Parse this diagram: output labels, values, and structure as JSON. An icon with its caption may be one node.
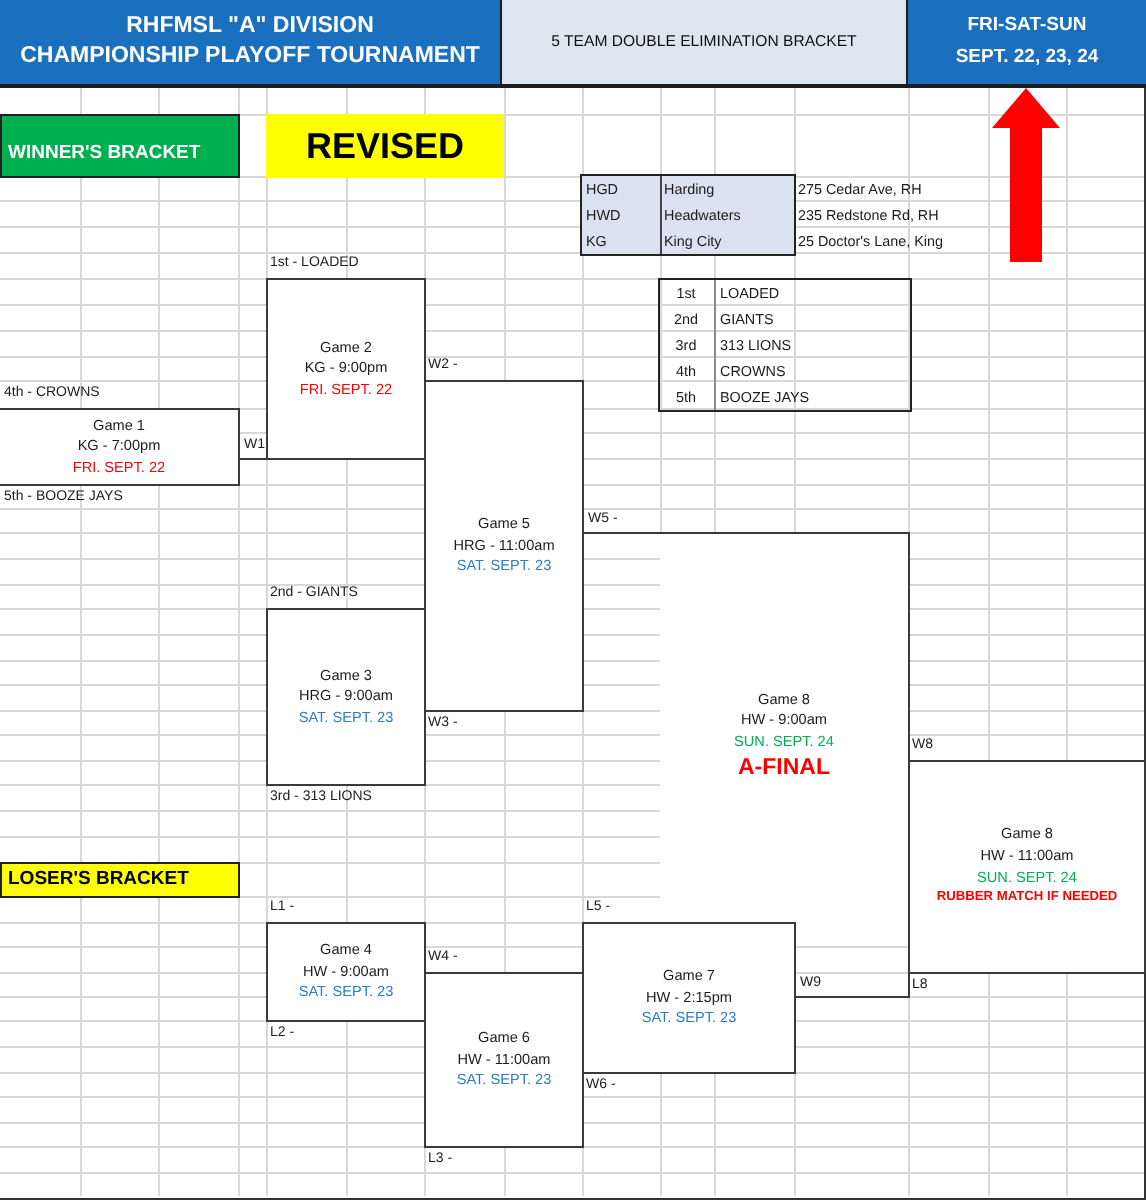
{
  "diagram": {
    "nodes": [
      {
        "text": [
          "RHFMSL \"A\" DIVISION CHAMPIONSHIP PLAYOFF TOURNAMENT"
        ]
      },
      {
        "text": [
          "5 TEAM DOUBLE ELIMINATION BRACKET"
        ]
      },
      {
        "text": [
          "FRI-SAT-SUN SEPT. 22, 23, 24"
        ]
      },
      {
        "text": [
          "WINNER'S BRACKET"
        ]
      },
      {
        "text": [
          "REVISED"
        ]
      },
      {
        "text": [
          "Game 1",
          "KG - 7:00pm",
          "FRI. SEPT. 22"
        ],
        "beside": [
          "4th - CROWNS",
          "5th - BOOZE JAYS"
        ]
      },
      {
        "text": [
          "Game 2",
          "KG - 9:00pm",
          "FRI. SEPT. 22"
        ],
        "beside": [
          "1st - LOADED"
        ]
      },
      {
        "text": [
          "Game 3",
          "HRG - 9:00am",
          "SAT. SEPT. 23"
        ],
        "beside": [
          "2nd - GIANTS",
          "3rd - 313 LIONS"
        ]
      },
      {
        "text": [
          "Game 5",
          "HRG - 11:00am",
          "SAT. SEPT. 23"
        ],
        "beside": [
          "W3 -"
        ]
      },
      {
        "text": [
          "Game 8",
          "HW - 9:00am",
          "SUN. SEPT. 24",
          "A-FINAL"
        ]
      },
      {
        "text": [
          "Game 8",
          "HW - 11:00am",
          "SUN. SEPT. 24",
          "RUBBER MATCH IF NEEDED"
        ],
        "beside": [
          "L8"
        ]
      },
      {
        "text": [
          "LOSER'S BRACKET"
        ]
      },
      {
        "text": [
          "Game 4",
          "HW - 9:00am",
          "SAT. SEPT. 23"
        ],
        "beside": [
          "L1 -",
          "L2 -"
        ]
      },
      {
        "text": [
          "Game 6",
          "HW - 11:00am",
          "SAT. SEPT. 23"
        ],
        "beside": [
          "L3 -"
        ]
      },
      {
        "text": [
          "Game 7",
          "HW - 2:15pm",
          "SAT. SEPT. 23"
        ],
        "beside": [
          "L5 -",
          "W6 -"
        ]
      }
    ],
    "edges": [
      {
        "from": null,
        "to": 2,
        "arrow": "to",
        "style": "thick",
        "color": "#ff0000"
      },
      {
        "from": 5,
        "to": 6,
        "arrow": "none",
        "label": "W1"
      },
      {
        "from": 8,
        "to": 9,
        "arrow": "none",
        "label": "W5 -"
      },
      {
        "from": 14,
        "to": 9,
        "arrow": "none",
        "label": "W9"
      }
    ],
    "labels": [
      "HGD",
      "Harding",
      "275 Cedar Ave, RH",
      "HWD",
      "Headwaters",
      "235 Redstone Rd, RH",
      "KG",
      "King City",
      "25 Doctor's Lane, King",
      "1st",
      "LOADED",
      "2nd",
      "GIANTS",
      "3rd",
      "313 LIONS",
      "4th",
      "CROWNS",
      "5th",
      "BOOZE JAYS",
      "W2 -",
      "W8",
      "W4 -"
    ]
  }
}
